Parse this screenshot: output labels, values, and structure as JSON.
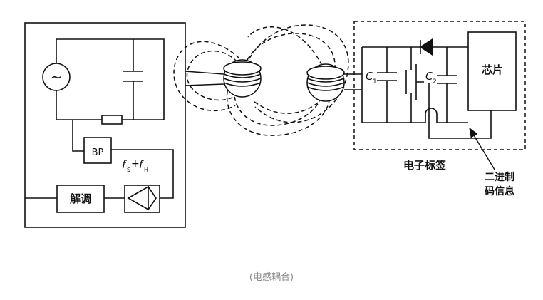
{
  "reader": {
    "source_symbol": "~",
    "bp_label": "BP",
    "freq_f": "f",
    "freq_s": "S",
    "freq_plus": "+",
    "freq_h": "H",
    "demod_label": "解调"
  },
  "tag": {
    "c1_main": "C",
    "c1_sub": "1",
    "c2_main": "C",
    "c2_sub": "2",
    "chip_label": "芯片",
    "label": "电子标签",
    "binary_info_line1": "二进制",
    "binary_info_line2": "码信息"
  },
  "caption": "(电感耦合)"
}
